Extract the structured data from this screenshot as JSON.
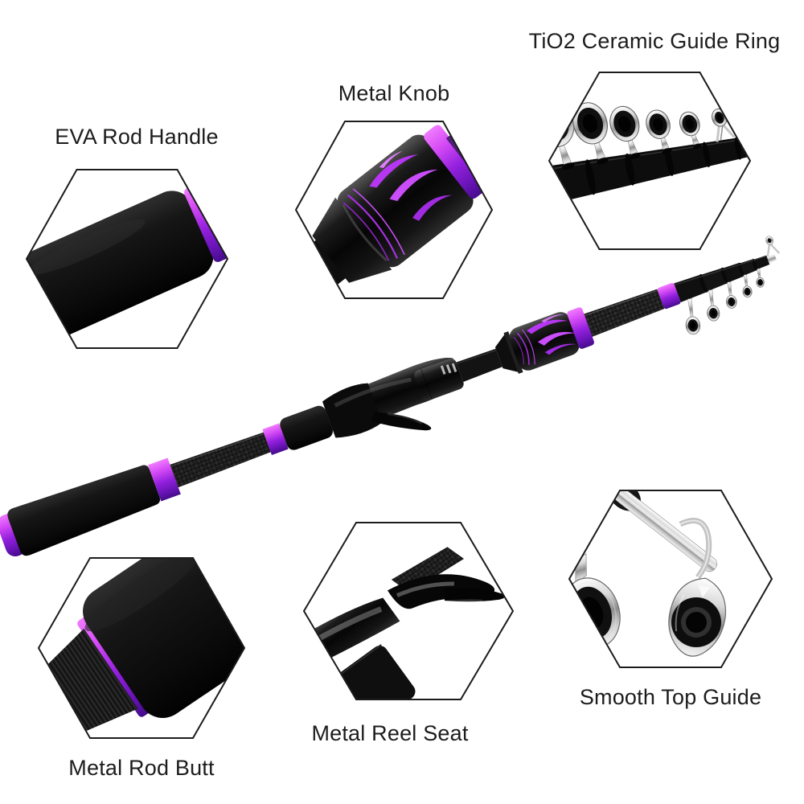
{
  "labels": {
    "tio2_ceramic_guide_ring": "TiO2 Ceramic Guide Ring",
    "metal_knob": "Metal Knob",
    "eva_rod_handle": "EVA Rod Handle",
    "metal_reel_seat": "Metal Reel Seat",
    "metal_rod_butt": "Metal Rod Butt",
    "smooth_top_guide": "Smooth Top Guide"
  },
  "colors": {
    "background": "#ffffff",
    "label_text": "#1c1c1c",
    "hexagon_outline": "#1c1c1c",
    "rod_black": "#0d0d0d",
    "accent_purple": "#9320dd",
    "accent_magenta": "#d44af5",
    "accent_violet": "#5a10b0",
    "chrome_silver": "#cfcfcf"
  }
}
